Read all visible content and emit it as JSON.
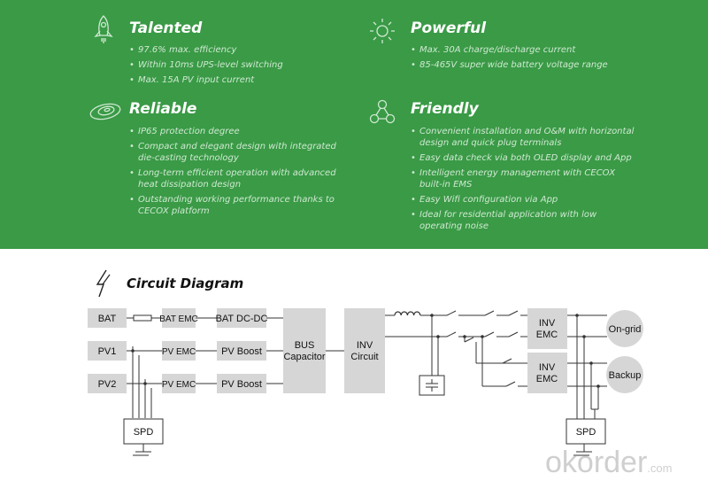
{
  "features": {
    "talented": {
      "icon": "rocket-icon",
      "title": "Talented",
      "items": [
        "97.6% max. efficiency",
        "Within 10ms UPS-level switching",
        "Max. 15A PV input current"
      ]
    },
    "powerful": {
      "icon": "sun-icon",
      "title": "Powerful",
      "items": [
        "Max. 30A charge/discharge current",
        "85-465V super wide battery voltage range"
      ]
    },
    "reliable": {
      "icon": "shield-disc-icon",
      "title": "Reliable",
      "items": [
        "IP65 protection degree",
        "Compact and elegant design with integrated die-casting technology",
        "Long-term efficient operation with advanced heat dissipation design",
        "Outstanding working performance thanks to CECOX platform"
      ]
    },
    "friendly": {
      "icon": "network-nodes-icon",
      "title": "Friendly",
      "items": [
        "Convenient installation and O&M with horizontal design and quick plug terminals",
        "Easy data check via both OLED display and App",
        "Intelligent energy management with CECOX built-in EMS",
        "Easy Wifi configuration via App",
        "Ideal for residential application with low operating noise"
      ]
    }
  },
  "circuit": {
    "title": "Circuit Diagram",
    "icon": "lightning-icon",
    "labels": {
      "bat": "BAT",
      "pv1": "PV1",
      "pv2": "PV2",
      "bat_emc": "BAT EMC",
      "pv1_emc": "PV EMC",
      "pv2_emc": "PV EMC",
      "bat_dcdc": "BAT DC-DC",
      "pv1_boost": "PV Boost",
      "pv2_boost": "PV Boost",
      "bus_1": "BUS",
      "bus_2": "Capacitor",
      "inv_1": "INV",
      "inv_2": "Circuit",
      "inv_emc1_1": "INV",
      "inv_emc1_2": "EMC",
      "inv_emc2_1": "INV",
      "inv_emc2_2": "EMC",
      "on_grid": "On-grid",
      "backup": "Backup",
      "spd_left": "SPD",
      "spd_right": "SPD"
    }
  },
  "watermark": {
    "main": "okorder",
    "suffix": ".com"
  },
  "colors": {
    "green_bg": "#3a9a46",
    "block_gray": "#d6d6d6"
  }
}
